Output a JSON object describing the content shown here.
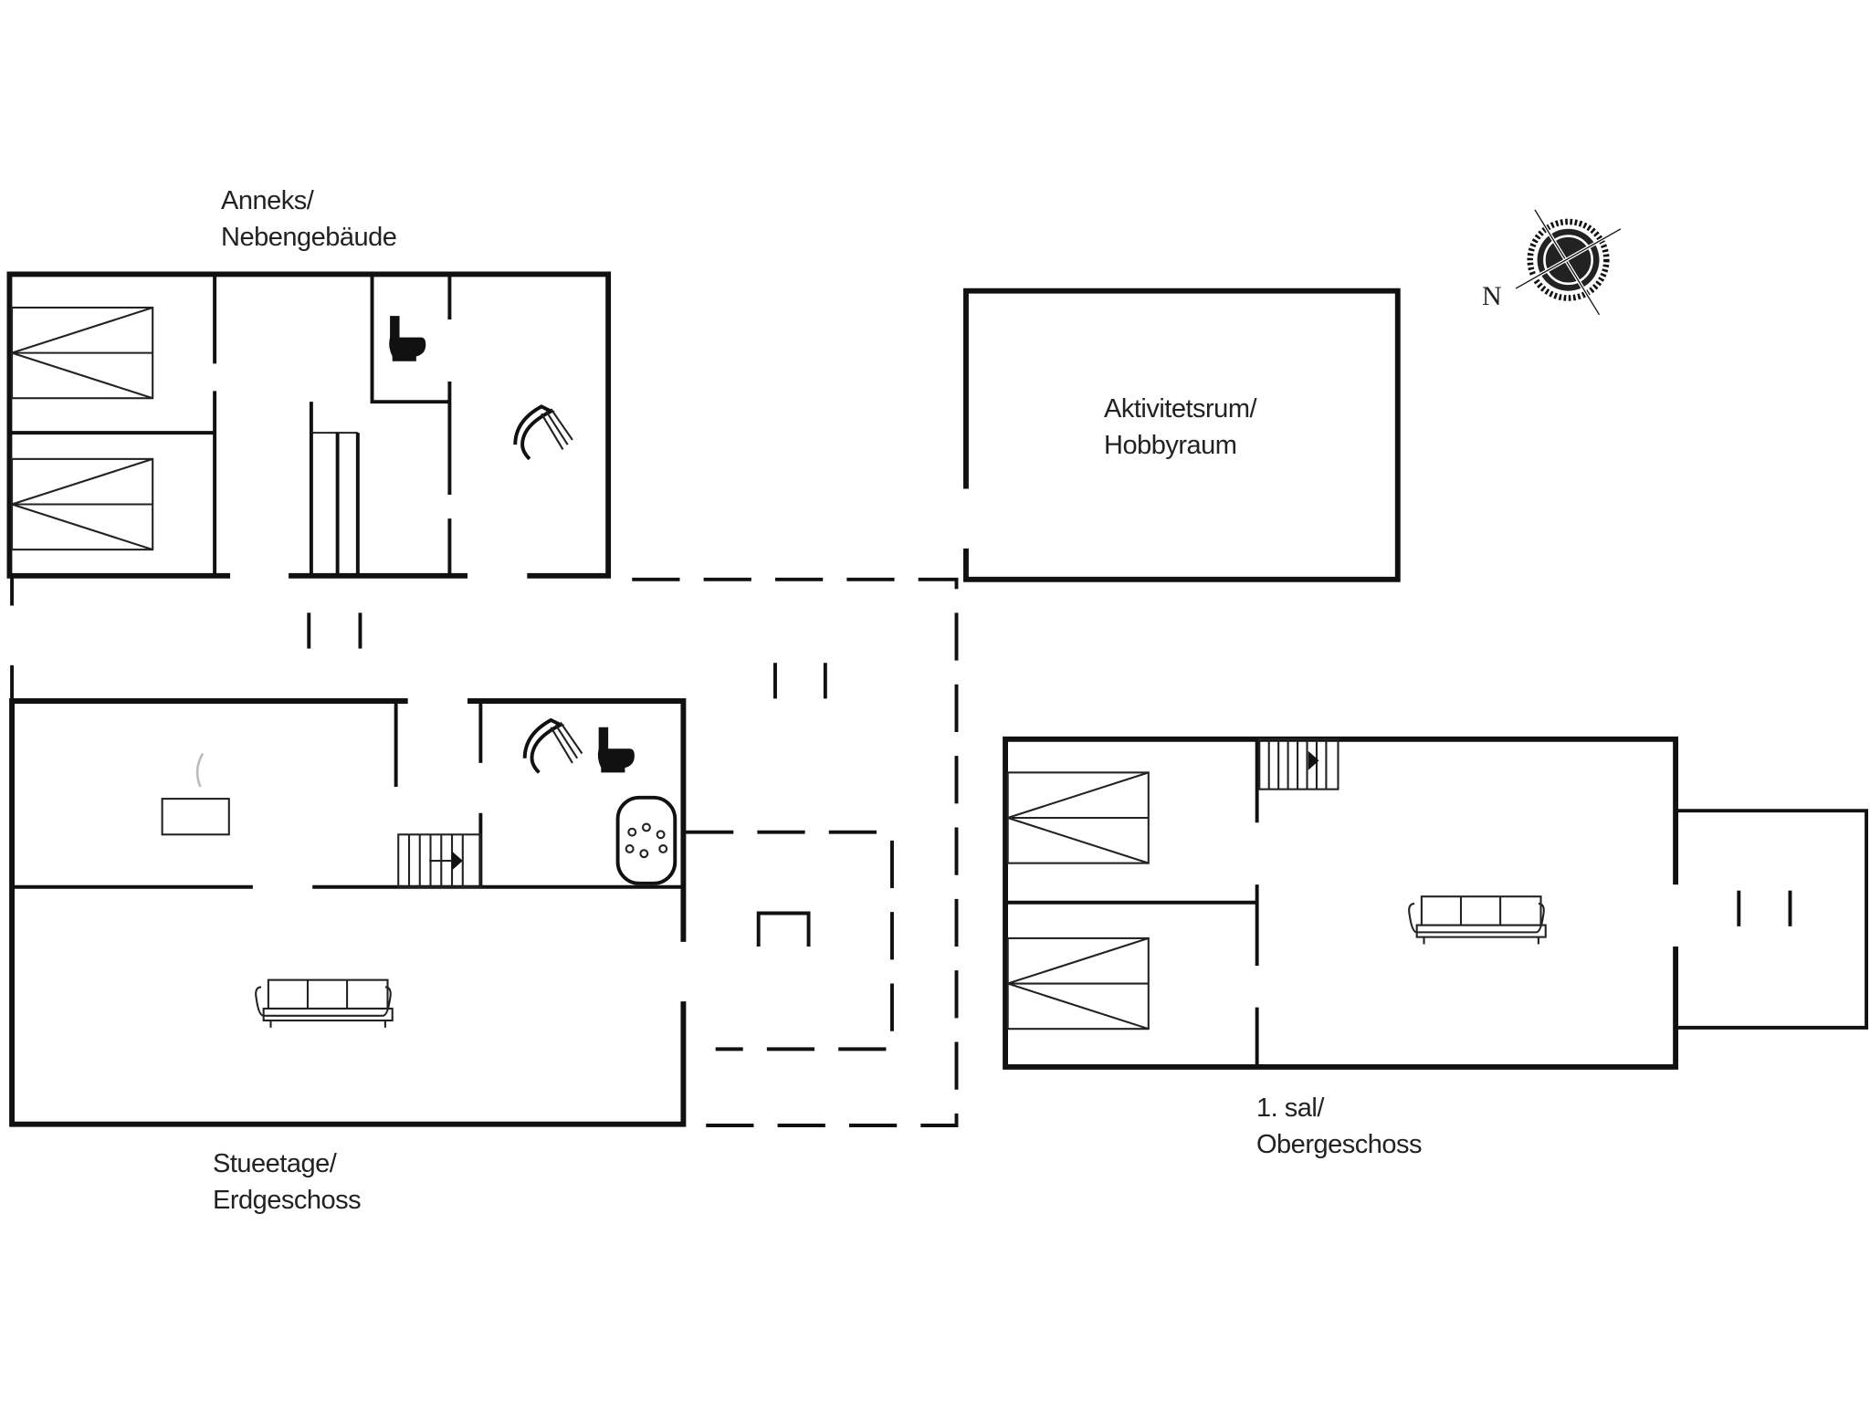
{
  "floorplan": {
    "labels": {
      "annex": {
        "line1": "Anneks/",
        "line2": "Nebengebäude"
      },
      "hobby": {
        "line1": "Aktivitetsrum/",
        "line2": "Hobbyraum"
      },
      "ground": {
        "line1": "Stueetage/",
        "line2": "Erdgeschoss"
      },
      "upper": {
        "line1": "1. sal/",
        "line2": "Obergeschoss"
      }
    },
    "compass": {
      "north_label": "N"
    },
    "icons": {
      "annex": [
        "bed-icon",
        "bed-icon",
        "stairs-icon",
        "toilet-icon",
        "shower-icon"
      ],
      "ground": [
        "kitchen-pot-icon",
        "shower-icon",
        "toilet-icon",
        "stairs-up-icon",
        "stove-icon",
        "sofa-icon",
        "fireplace-icon"
      ],
      "upper": [
        "bed-icon",
        "bed-icon",
        "stairs-down-icon",
        "sofa-icon"
      ]
    },
    "colors": {
      "line": "#111111",
      "background": "#ffffff"
    }
  }
}
